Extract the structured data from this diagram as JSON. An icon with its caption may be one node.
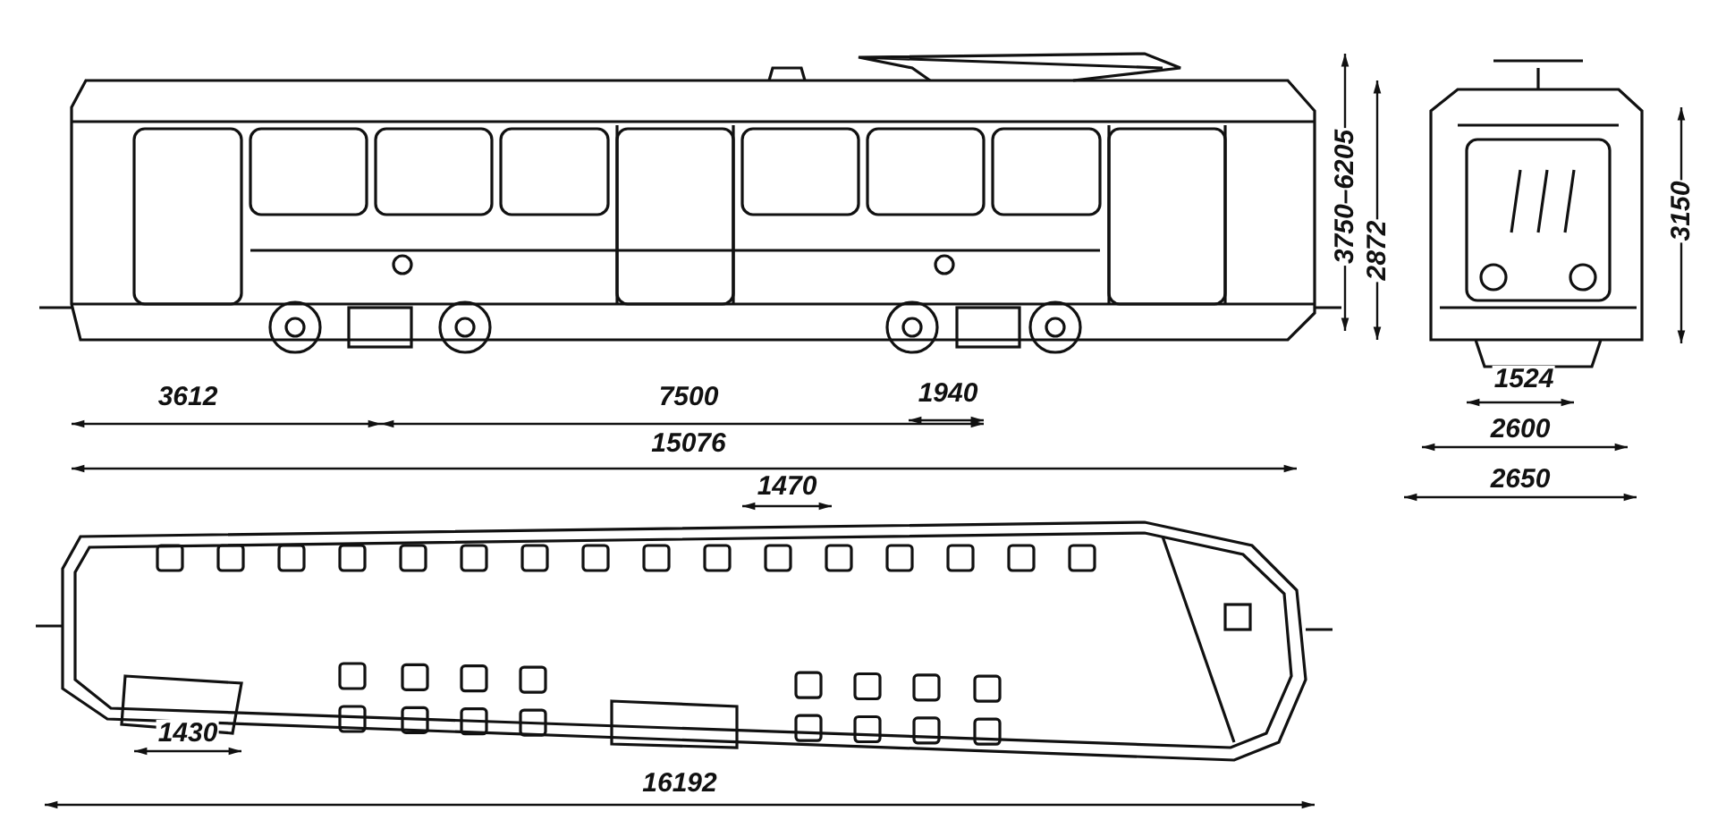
{
  "diagram": {
    "labels": [
      "3750–6205",
      "2872",
      "3150",
      "3612",
      "7500",
      "1940",
      "1524",
      "15076",
      "2600",
      "2650",
      "1470",
      "1430",
      "16192"
    ]
  }
}
